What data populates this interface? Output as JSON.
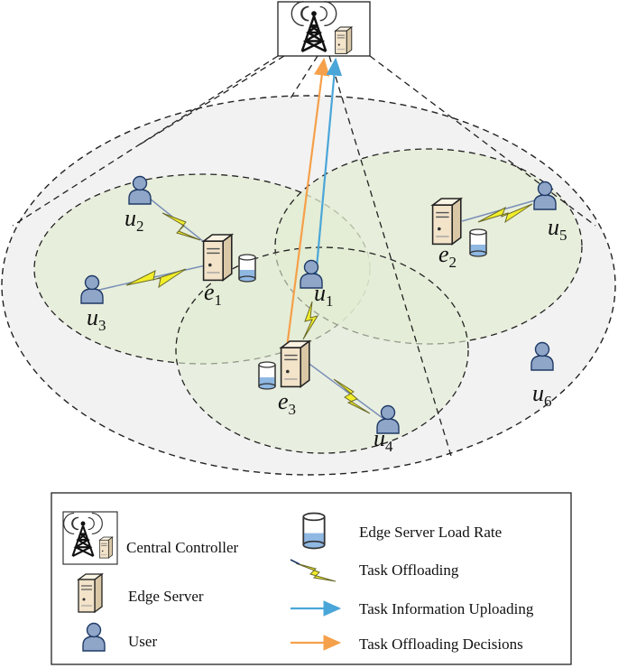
{
  "nodes": {
    "u1": {
      "base": "u",
      "sub": "1"
    },
    "u2": {
      "base": "u",
      "sub": "2"
    },
    "u3": {
      "base": "u",
      "sub": "3"
    },
    "u4": {
      "base": "u",
      "sub": "4"
    },
    "u5": {
      "base": "u",
      "sub": "5"
    },
    "u6": {
      "base": "u",
      "sub": "6"
    },
    "e1": {
      "base": "e",
      "sub": "1"
    },
    "e2": {
      "base": "e",
      "sub": "2"
    },
    "e3": {
      "base": "e",
      "sub": "3"
    }
  },
  "legend": {
    "central_controller": "Central Controller",
    "edge_server": "Edge Server",
    "user": "User",
    "load_rate": "Edge Server Load Rate",
    "task_offloading": "Task Offloading",
    "info_uploading": "Task Information Uploading",
    "offloading_decisions": "Task Offloading Decisions"
  },
  "colors": {
    "user_fill": "#8fa6c9",
    "server_fill": "#f2e3c9",
    "bolt_fill": "#f2ee2a",
    "upload_arrow": "#4aa6d8",
    "decision_arrow": "#f5a04a",
    "coverage_fill": "#e7efd6",
    "outer_fill": "#f2f2f2"
  },
  "icons": [
    "antenna-tower-icon",
    "edge-server-icon",
    "user-icon",
    "load-cylinder-icon",
    "lightning-bolt-icon"
  ]
}
